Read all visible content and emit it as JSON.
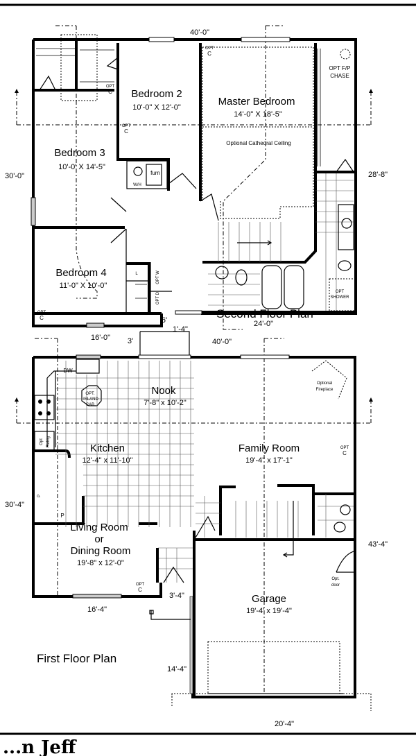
{
  "second_floor": {
    "title": "Second Floor Plan",
    "dim_top": "40'-0\"",
    "dim_left": "30'-0\"",
    "dim_right": "28'-8\"",
    "dim_bottom_left": "16'-0\"",
    "dim_bottom_mid": "1'-4\"",
    "dim_bottom_right": "24'-0\"",
    "rooms": [
      {
        "name": "Bedroom 2",
        "size": "10'-0\" X 12'-0\""
      },
      {
        "name": "Master Bedroom",
        "size": "14'-0\" X 18'-5\""
      },
      {
        "name": "Bedroom 3",
        "size": "10'-0' X 14'-5\""
      },
      {
        "name": "Bedroom 4",
        "size": "11'-0\" X 10'-0\""
      }
    ],
    "notes": {
      "cathedral": "Optional Cathedral Ceiling",
      "fp_chase_1": "OPT F/P",
      "fp_chase_2": "CHASE",
      "furn": "furn",
      "wh": "W/H",
      "linen": "L",
      "opt_w": "OPT W",
      "opt_d": "OPT D",
      "shower_1": "OPT",
      "shower_2": "SHOWER",
      "opt": "OPT",
      "c": "C"
    }
  },
  "first_floor": {
    "title": "First Floor Plan",
    "dim_top_window": "6'",
    "dim_top_offset": "3'",
    "dim_top": "40'-0\"",
    "dim_left": "30'-4\"",
    "dim_right": "43'-4\"",
    "dim_bottom_left": "16'-4\"",
    "dim_step": "3'-4\"",
    "dim_garage_side": "14'-4\"",
    "dim_garage_bottom": "20'-4\"",
    "rooms": [
      {
        "name": "Nook",
        "size": "7'-8\" x 10'-2\""
      },
      {
        "name": "Kitchen",
        "size": "12'-4\" x 11'-10\""
      },
      {
        "name": "Family Room",
        "size": "19'-4\" x 17'-1\""
      },
      {
        "name": "Living Room",
        "name2": "or",
        "name3": "Dining Room",
        "size": "19'-8\" x 12'-0\""
      },
      {
        "name": "Garage",
        "size": "19'-4' x 19'-4\""
      }
    ],
    "notes": {
      "dw": "DW",
      "island_1": "OPT.",
      "island_2": "ISLAND",
      "island_3": "CAB",
      "refrig_1": "Opt",
      "refrig_2": "Refrig",
      "pantry": "P",
      "fireplace_1": "Optional",
      "fireplace_2": "Fireplace",
      "door_1": "Opt.",
      "door_2": "door",
      "opt": "OPT",
      "c": "C"
    }
  },
  "footer_logo_text": "...n Jeff"
}
